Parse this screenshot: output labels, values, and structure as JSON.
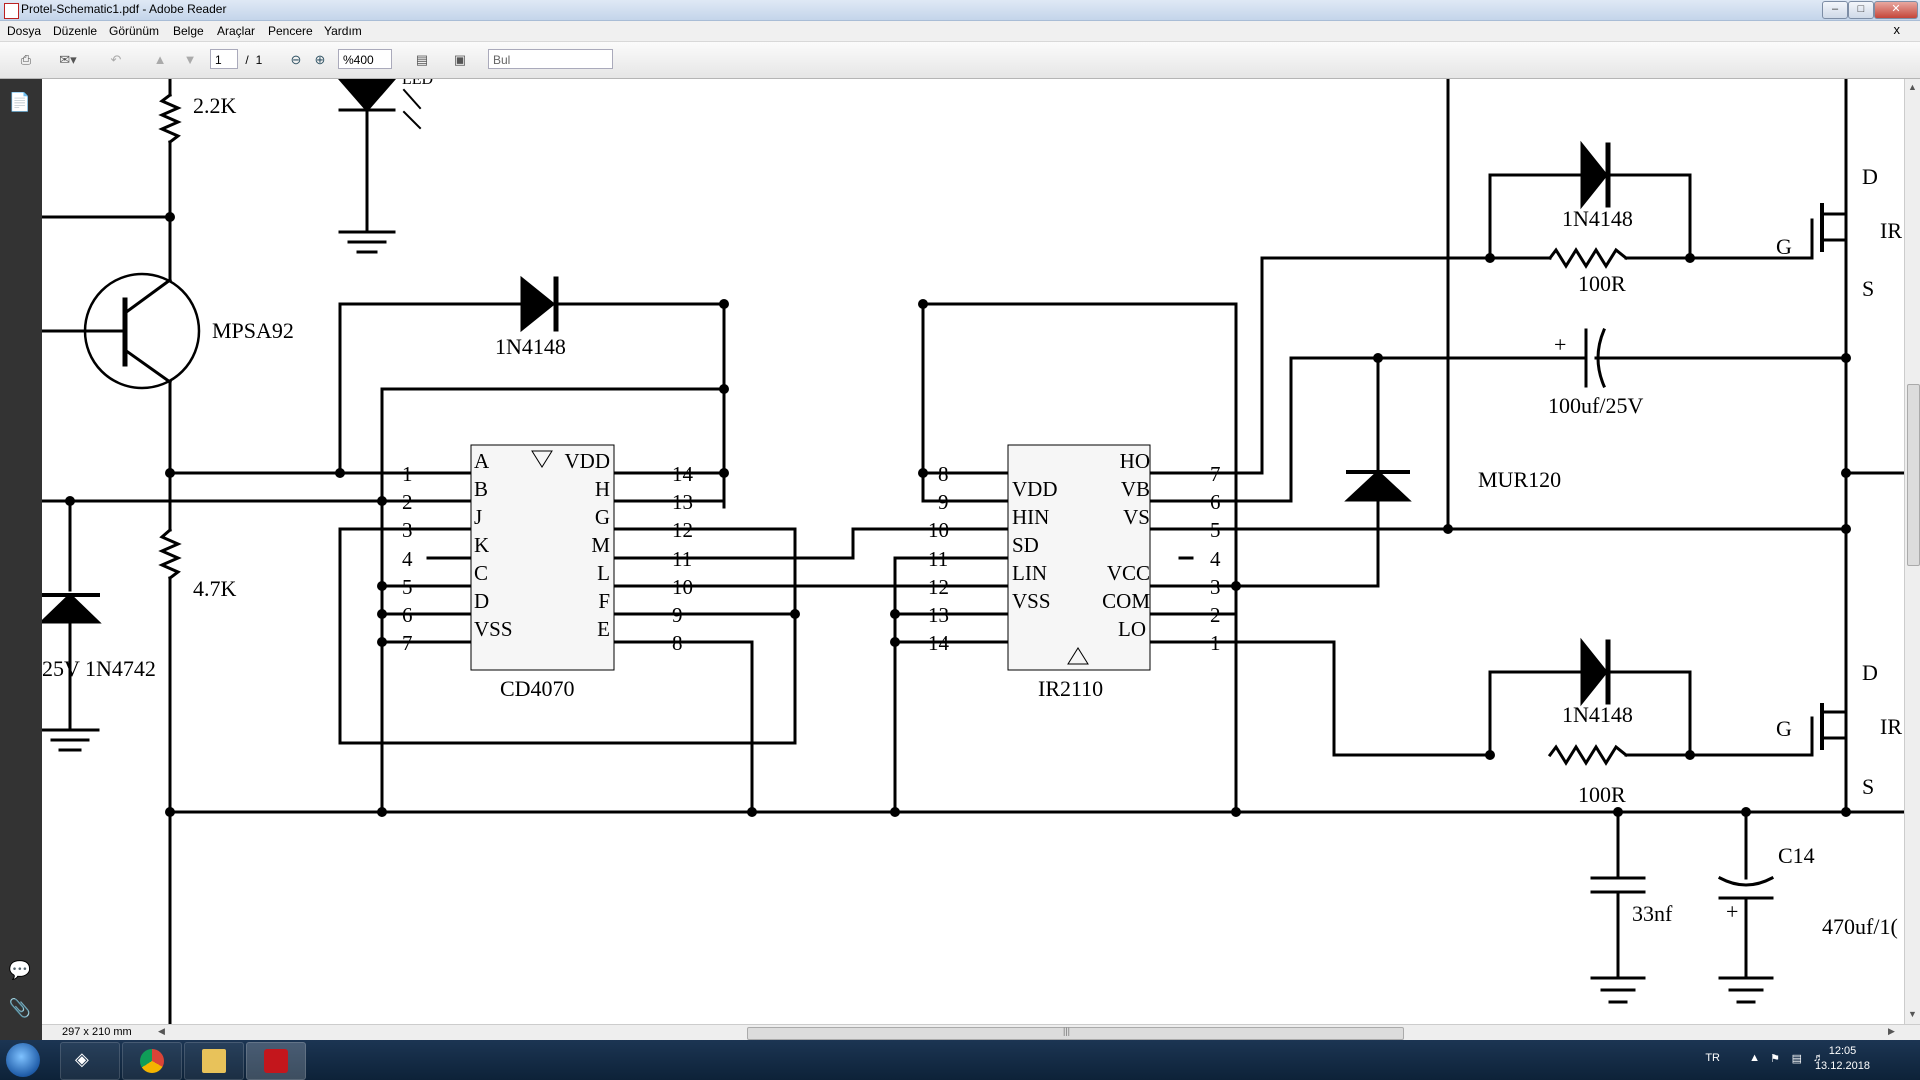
{
  "window": {
    "title": "Protel-Schematic1.pdf - Adobe Reader",
    "min_glyph": "–",
    "max_glyph": "□",
    "close_glyph": "✕",
    "doc_close_glyph": "x"
  },
  "menu": {
    "items": [
      "Dosya",
      "Düzenle",
      "Görünüm",
      "Belge",
      "Araçlar",
      "Pencere",
      "Yardım"
    ]
  },
  "toolbar": {
    "page_current": "1",
    "page_sep": "/",
    "page_total": "1",
    "zoom": "%400",
    "find_placeholder": "Bul"
  },
  "statusbar": {
    "page_size": "297 x 210 mm",
    "scroll_grip": "|||"
  },
  "taskbar": {
    "lang": "TR",
    "time": "12:05",
    "date": "13.12.2018"
  },
  "schematic": {
    "labels": {
      "r_2k2": "2.2K",
      "led": "LED",
      "mpsa92": "MPSA92",
      "r_4k7": "4.7K",
      "zener": "25V 1N4742",
      "diode_top": "1N4148",
      "cd4070": "CD4070",
      "ir2110": "IR2110",
      "mur120": "MUR120",
      "cap_boot": "100uf/25V",
      "cap_plus": "+",
      "d1": "1N4148",
      "r1": "100R",
      "d2": "1N4148",
      "r2": "100R",
      "mos_d1": "D",
      "mos_g1": "G",
      "mos_s1": "S",
      "mos_ir1": "IR",
      "mos_d2": "D",
      "mos_g2": "G",
      "mos_s2": "S",
      "mos_ir2": "IR",
      "c33": "33nf",
      "c14": "C14",
      "c14_plus": "+",
      "c470": "470uf/1("
    },
    "cd4070_left_pins": [
      {
        "num": "1",
        "name": "A"
      },
      {
        "num": "2",
        "name": "B"
      },
      {
        "num": "3",
        "name": "J"
      },
      {
        "num": "4",
        "name": "K"
      },
      {
        "num": "5",
        "name": "C"
      },
      {
        "num": "6",
        "name": "D"
      },
      {
        "num": "7",
        "name": "VSS"
      }
    ],
    "cd4070_right_pins": [
      {
        "num": "14",
        "name": "VDD"
      },
      {
        "num": "13",
        "name": "H"
      },
      {
        "num": "12",
        "name": "G"
      },
      {
        "num": "11",
        "name": "M"
      },
      {
        "num": "10",
        "name": "L"
      },
      {
        "num": "9",
        "name": "F"
      },
      {
        "num": "8",
        "name": "E"
      }
    ],
    "ir2110_left_pins": [
      {
        "num": "8",
        "name": ""
      },
      {
        "num": "9",
        "name": "VDD"
      },
      {
        "num": "10",
        "name": "HIN"
      },
      {
        "num": "11",
        "name": "SD"
      },
      {
        "num": "12",
        "name": "LIN"
      },
      {
        "num": "13",
        "name": "VSS"
      },
      {
        "num": "14",
        "name": ""
      }
    ],
    "ir2110_right_pins": [
      {
        "num": "7",
        "name": "HO"
      },
      {
        "num": "6",
        "name": "VB"
      },
      {
        "num": "5",
        "name": "VS"
      },
      {
        "num": "4",
        "name": ""
      },
      {
        "num": "3",
        "name": "VCC"
      },
      {
        "num": "2",
        "name": "COM"
      },
      {
        "num": "1",
        "name": "LO"
      }
    ]
  }
}
